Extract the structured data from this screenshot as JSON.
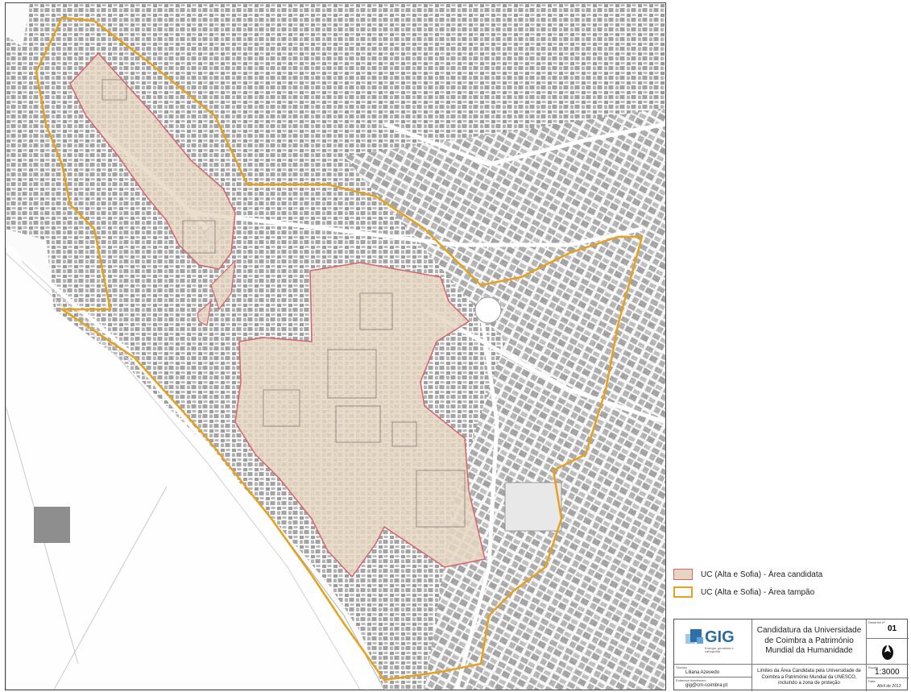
{
  "legend": {
    "candidate": {
      "label": "UC (Alta e Sofia) - Área candidata",
      "fill": "#e6d6c1",
      "stroke": "#d9636c"
    },
    "buffer": {
      "label": "UC (Alta e Sofia) - Área tampão",
      "stroke": "#e6a21e"
    }
  },
  "titleblock": {
    "logo_text": "GIG",
    "logo_subtitle": "Energia, geodésia e cartografia",
    "title": "Candidatura da Universidade de Coimbra a Património Mundial da Humanidade",
    "drawing_label": "Desenho nº",
    "drawing_no": "01",
    "north_icon": "north-arrow-icon",
    "tecnico_label": "Técnico",
    "tecnico": "Liliana Azevedo",
    "email_label": "Endereço electrónico",
    "email": "gig@cm-coimbra.pt",
    "description": "Limites da Área Candidata pela Universidade de Coimbra a Património Mundial da UNESCO, incluindo a zona de proteção",
    "scale_label": "Escala",
    "scale": "1:3000",
    "date_label": "Data",
    "date": "Abril de 2013"
  }
}
